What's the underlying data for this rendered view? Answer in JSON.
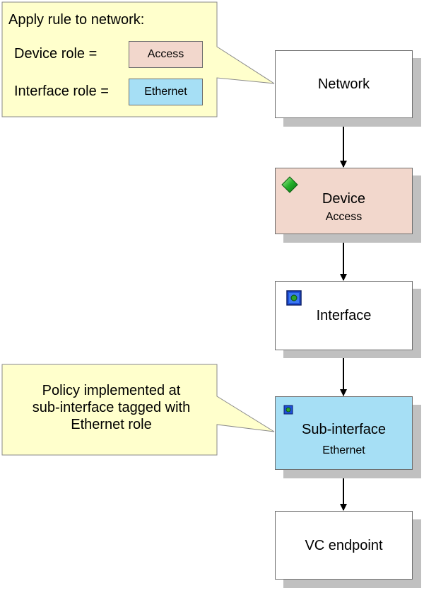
{
  "callout_top": {
    "heading": "Apply rule to network:",
    "device_role_label": "Device role =",
    "device_role_value": "Access",
    "interface_role_label": "Interface role =",
    "interface_role_value": "Ethernet"
  },
  "callout_bottom": {
    "lines": [
      "Policy implemented at",
      "sub-interface tagged with",
      "Ethernet role"
    ]
  },
  "nodes": {
    "network": {
      "title": "Network"
    },
    "device": {
      "title": "Device",
      "subtitle": "Access",
      "icon": "green-diamond-icon"
    },
    "interface": {
      "title": "Interface",
      "icon": "blue-square-icon"
    },
    "subinterface": {
      "title": "Sub-interface",
      "subtitle": "Ethernet",
      "icon": "blue-square-icon"
    },
    "vc_endpoint": {
      "title": "VC endpoint"
    }
  },
  "colors": {
    "callout_fill": "#ffffcc",
    "access_fill": "#f2d7cc",
    "ethernet_fill": "#a6dff5",
    "node_fill": "#ffffff",
    "shadow": "#c0c0c0"
  }
}
